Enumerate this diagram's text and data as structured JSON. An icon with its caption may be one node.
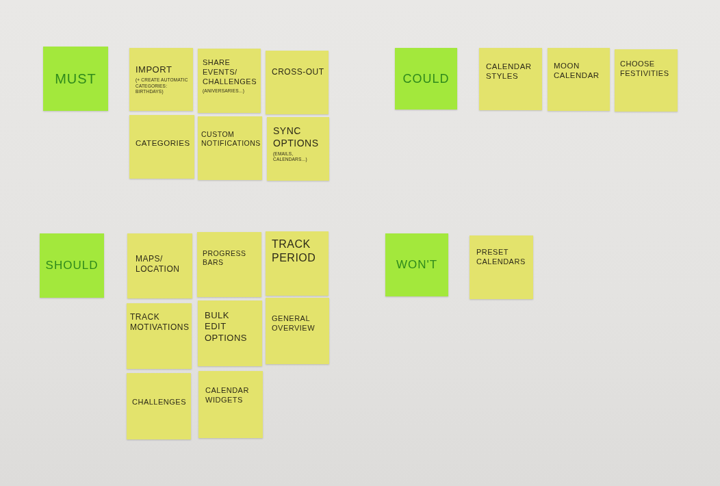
{
  "diagram": {
    "nodes": [
      {
        "text": [
          "MUST"
        ]
      },
      {
        "text": [
          "IMPORT",
          "(+ CREATE AUTOMATIC CATEGORIES: BIRTHDAYS)"
        ]
      },
      {
        "text": [
          "SHARE EVENTS/ CHALLENGES",
          "(ANIVERSARIES...)"
        ]
      },
      {
        "text": [
          "CROSS-OUT"
        ]
      },
      {
        "text": [
          "CATEGORIES"
        ]
      },
      {
        "text": [
          "CUSTOM NOTIFICATIONS"
        ]
      },
      {
        "text": [
          "SYNC OPTIONS",
          "(EMAILS, CALENDARS...)"
        ]
      },
      {
        "text": [
          "COULD"
        ]
      },
      {
        "text": [
          "CALENDAR STYLES"
        ]
      },
      {
        "text": [
          "MOON CALENDAR"
        ]
      },
      {
        "text": [
          "CHOOSE FESTIVITIES"
        ]
      },
      {
        "text": [
          "SHOULD"
        ]
      },
      {
        "text": [
          "MAPS/ LOCATION"
        ]
      },
      {
        "text": [
          "PROGRESS BARS"
        ]
      },
      {
        "text": [
          "TRACK PERIOD"
        ]
      },
      {
        "text": [
          "TRACK MOTIVATIONS"
        ]
      },
      {
        "text": [
          "BULK EDIT OPTIONS"
        ]
      },
      {
        "text": [
          "GENERAL OVERVIEW"
        ]
      },
      {
        "text": [
          "CHALLENGES"
        ]
      },
      {
        "text": [
          "CALENDAR WIDGETS"
        ]
      },
      {
        "text": [
          "WON'T"
        ]
      },
      {
        "text": [
          "PRESET CALENDARS"
        ]
      }
    ]
  }
}
